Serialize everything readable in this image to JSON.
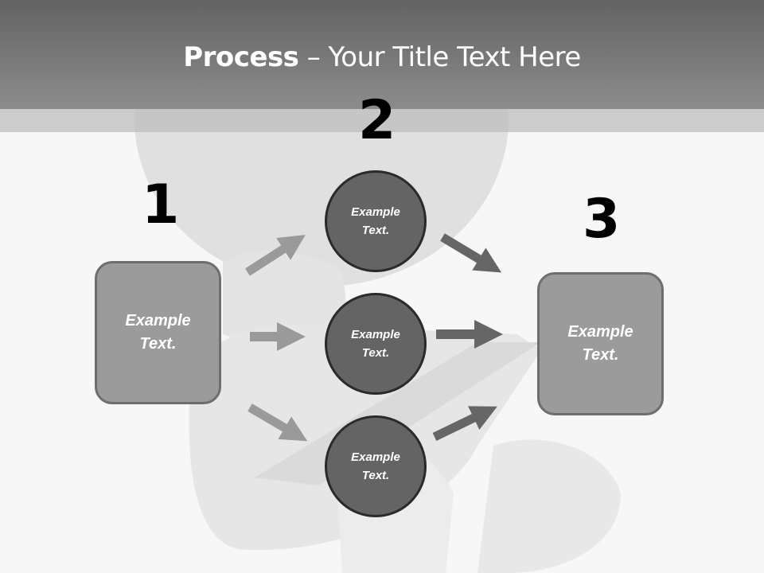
{
  "slide": {
    "title_bold": "Process",
    "title_rest": " – Your Title Text Here"
  },
  "steps": [
    {
      "number": "1",
      "label_line1": "Example",
      "label_line2": "Text."
    },
    {
      "number": "2"
    },
    {
      "number": "3",
      "label_line1": "Example",
      "label_line2": "Text."
    }
  ],
  "circles": [
    {
      "label_line1": "Example",
      "label_line2": "Text."
    },
    {
      "label_line1": "Example",
      "label_line2": "Text."
    },
    {
      "label_line1": "Example",
      "label_line2": "Text."
    }
  ],
  "colors": {
    "header_top": "#636363",
    "header_bottom": "#8c8c8c",
    "box_fill": "#9b9b9b",
    "box_border": "#6e6e6e",
    "circle_fill": "#646464",
    "circle_border": "#2a2a2a",
    "arrow_light": "#9a9a9a",
    "arrow_dark": "#666666"
  }
}
